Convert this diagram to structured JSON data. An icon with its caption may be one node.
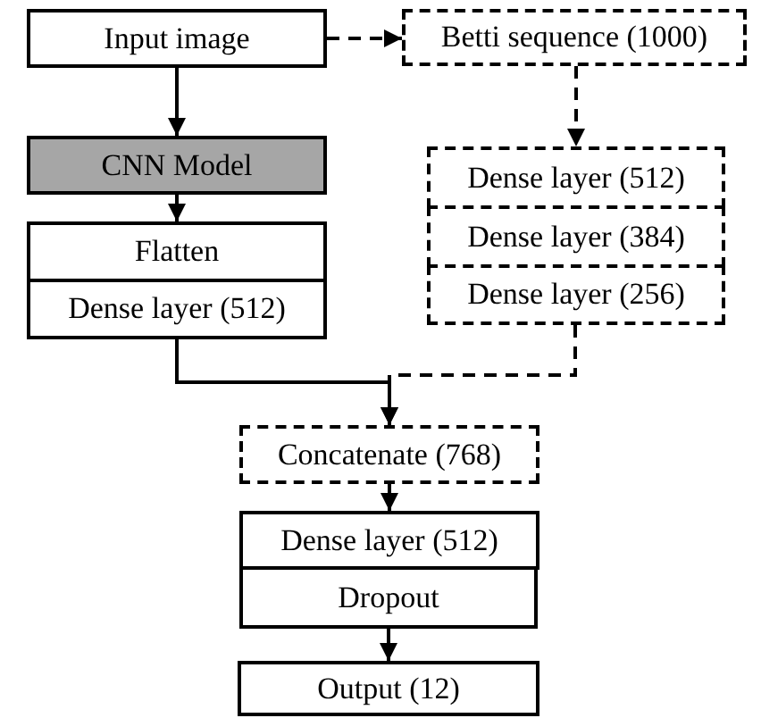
{
  "diagram": {
    "nodes": [
      {
        "text": [
          "Input image"
        ]
      },
      {
        "text": [
          "Betti sequence (1000)"
        ]
      },
      {
        "text": [
          "CNN Model"
        ]
      },
      {
        "text": [
          "Flatten"
        ]
      },
      {
        "text": [
          "Dense layer (512)"
        ]
      },
      {
        "text": [
          "Dense layer (512)"
        ]
      },
      {
        "text": [
          "Dense layer (384)"
        ]
      },
      {
        "text": [
          "Dense layer (256)"
        ]
      },
      {
        "text": [
          "Concatenate (768)"
        ]
      },
      {
        "text": [
          "Dense layer (512)"
        ]
      },
      {
        "text": [
          "Dropout"
        ]
      },
      {
        "text": [
          "Output (12)"
        ]
      }
    ],
    "edges": [
      {
        "from": 0,
        "to": 1,
        "arrow": "to",
        "style": "dashed"
      },
      {
        "from": 0,
        "to": 2,
        "arrow": "to"
      },
      {
        "from": 2,
        "to": 3,
        "arrow": "to"
      },
      {
        "from": 1,
        "to": 5,
        "arrow": "to",
        "style": "dashed"
      },
      {
        "from": 7,
        "to": 8,
        "arrow": "to",
        "style": "dashed"
      },
      {
        "from": 4,
        "to": 8,
        "arrow": "to"
      },
      {
        "from": 8,
        "to": 9,
        "arrow": "to"
      },
      {
        "from": 10,
        "to": 11,
        "arrow": "to"
      }
    ]
  }
}
